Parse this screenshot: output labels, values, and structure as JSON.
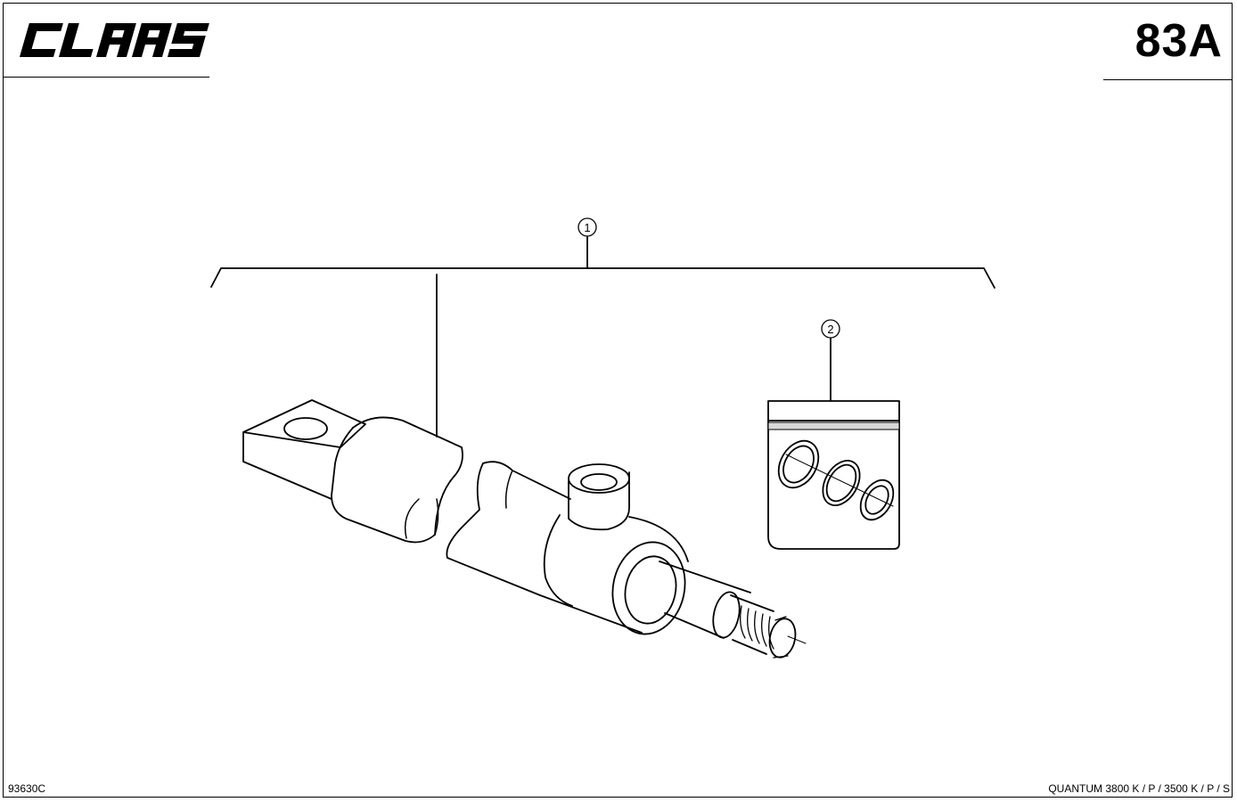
{
  "header": {
    "logo_text": "CLAAS",
    "page_number": "83A"
  },
  "callouts": [
    {
      "number": "1"
    },
    {
      "number": "2"
    }
  ],
  "footer": {
    "drawing_id": "93630C",
    "model": "QUANTUM 3800 K / P / 3500 K / P / S"
  }
}
